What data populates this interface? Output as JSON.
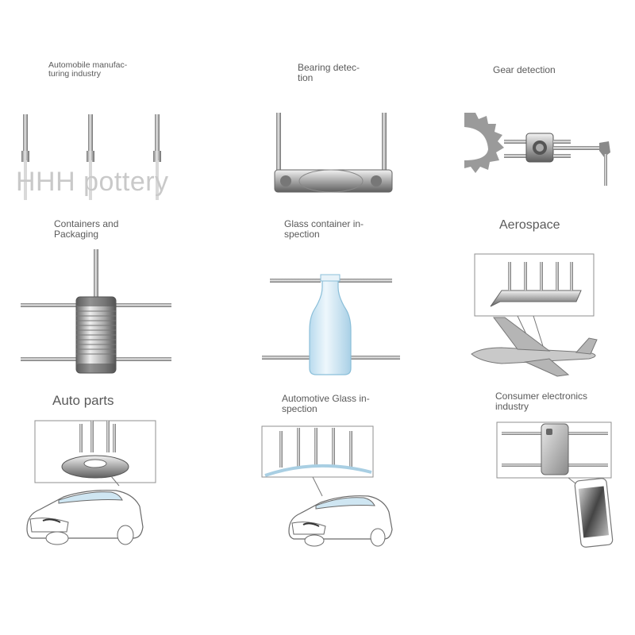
{
  "watermark": "HHH pottery",
  "panels": [
    {
      "id": "automobile",
      "line1": "Automobile manufac-",
      "line2": "turing industry"
    },
    {
      "id": "bearing",
      "line1": "Bearing detec-",
      "line2": "tion"
    },
    {
      "id": "gear",
      "line1": "Gear detection",
      "line2": ""
    },
    {
      "id": "containers",
      "line1": "Containers and",
      "line2": "Packaging"
    },
    {
      "id": "glass",
      "line1": "Glass container in-",
      "line2": "spection"
    },
    {
      "id": "aerospace",
      "line1": "Aerospace",
      "line2": ""
    },
    {
      "id": "autoparts",
      "line1": "Auto parts",
      "line2": ""
    },
    {
      "id": "autoglass",
      "line1": "Automotive Glass in-",
      "line2": "spection"
    },
    {
      "id": "electronics",
      "line1": "Consumer electronics",
      "line2": "industry"
    }
  ],
  "colors": {
    "probe": "#8a8a8a",
    "probe_light": "#d8d8d8",
    "outline": "#8f8f8f",
    "glass": "#cfe6f2",
    "glass_edge": "#9cc6dc",
    "arc": "#a9cfe3"
  }
}
